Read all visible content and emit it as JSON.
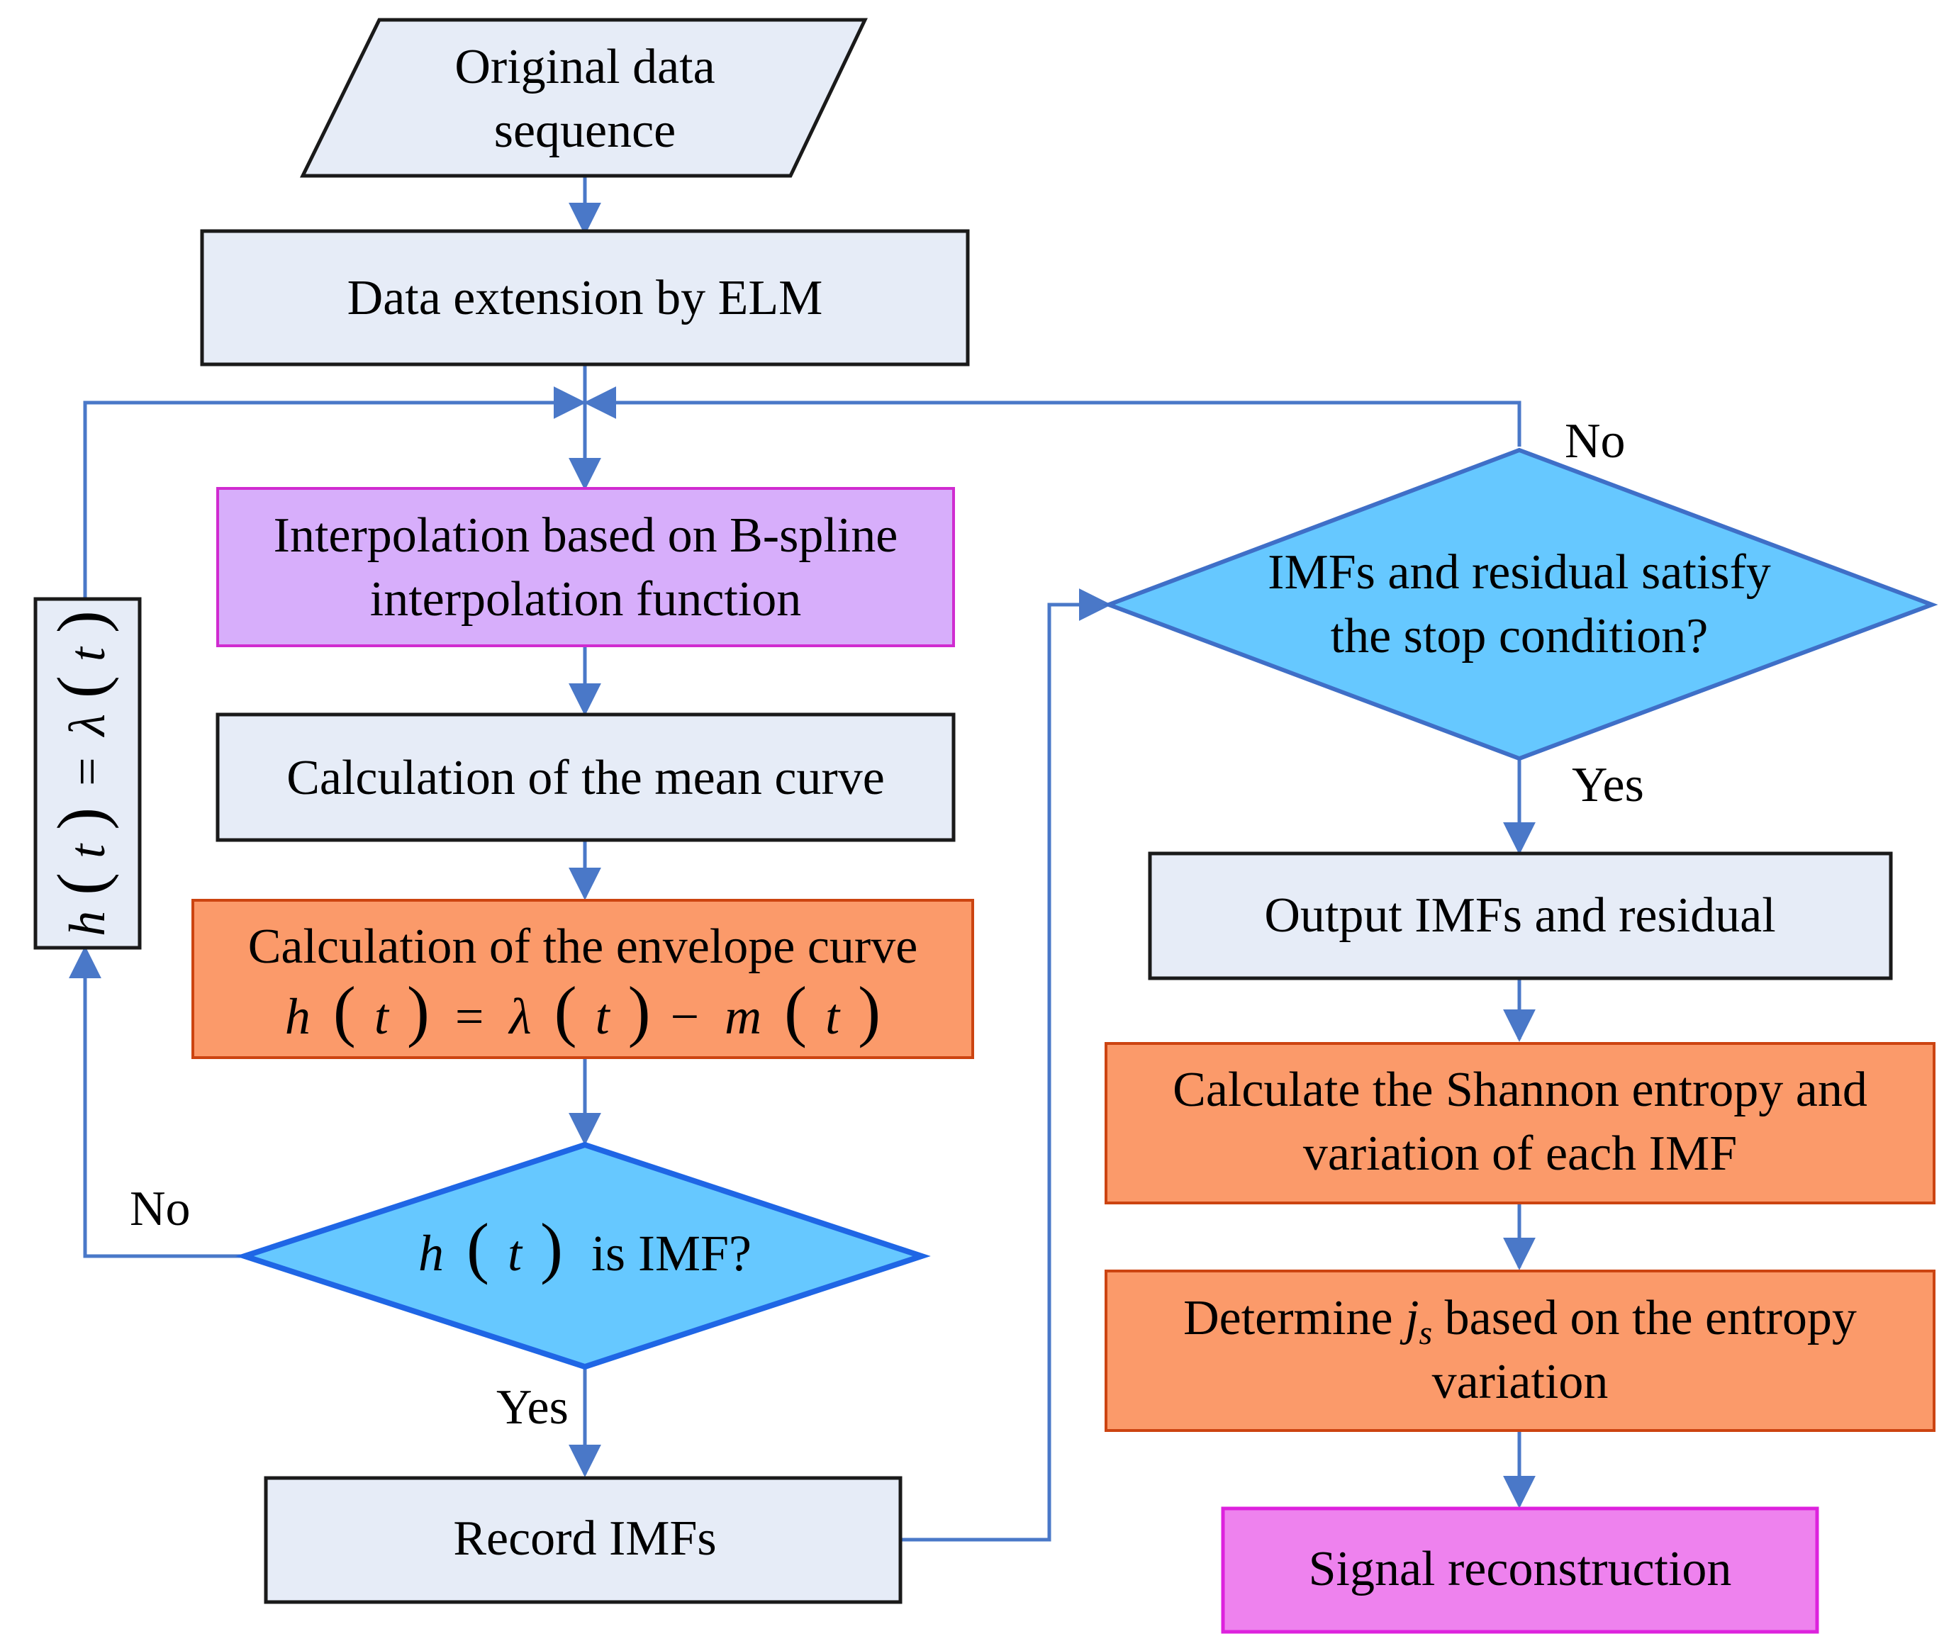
{
  "colors": {
    "box_light": "#e6ecf7",
    "box_border_dark": "#1a1a1a",
    "box_purple_light": "#d7aefb",
    "box_purple_border": "#d02bd0",
    "box_orange": "#fb9a6a",
    "box_orange_border": "#cc4411",
    "box_magenta": "#ee82ee",
    "box_magenta_border": "#dd22dd",
    "diamond_fill": "#66c8ff",
    "diamond_border": "#3f6fc7",
    "arrow": "#4a78c8"
  },
  "nodes": {
    "original_data": {
      "line1": "Original data",
      "line2": "sequence"
    },
    "data_extension": {
      "label": "Data extension by ELM"
    },
    "interpolation": {
      "line1": "Interpolation based on B-spline",
      "line2": "interpolation function"
    },
    "mean_curve": {
      "label": "Calculation of the mean curve"
    },
    "envelope_curve": {
      "line1": "Calculation of the envelope curve",
      "eq_h": "h",
      "eq_t1": "t",
      "eq_eq": "=",
      "eq_lambda": "λ",
      "eq_t2": "t",
      "eq_minus": "−",
      "eq_m": "m",
      "eq_t3": "t"
    },
    "is_imf": {
      "h": "h",
      "t": "t",
      "text": "is IMF?"
    },
    "record_imfs": {
      "label": "Record IMFs"
    },
    "h_lambda": {
      "h": "h",
      "t1": "t",
      "eq": "=",
      "lambda": "λ",
      "t2": "t"
    },
    "stop_condition": {
      "line1": "IMFs and residual satisfy",
      "line2": "the stop condition?"
    },
    "output": {
      "label": "Output IMFs and residual"
    },
    "shannon": {
      "line1": "Calculate the Shannon entropy and",
      "line2": "variation of each IMF"
    },
    "determine_js": {
      "pre": "Determine ",
      "j": "j",
      "s": "s",
      "post": " based on the entropy",
      "line2": "variation"
    },
    "reconstruction": {
      "label": "Signal reconstruction"
    }
  },
  "edge_labels": {
    "no_left": "No",
    "yes_left": "Yes",
    "no_right": "No",
    "yes_right": "Yes"
  }
}
